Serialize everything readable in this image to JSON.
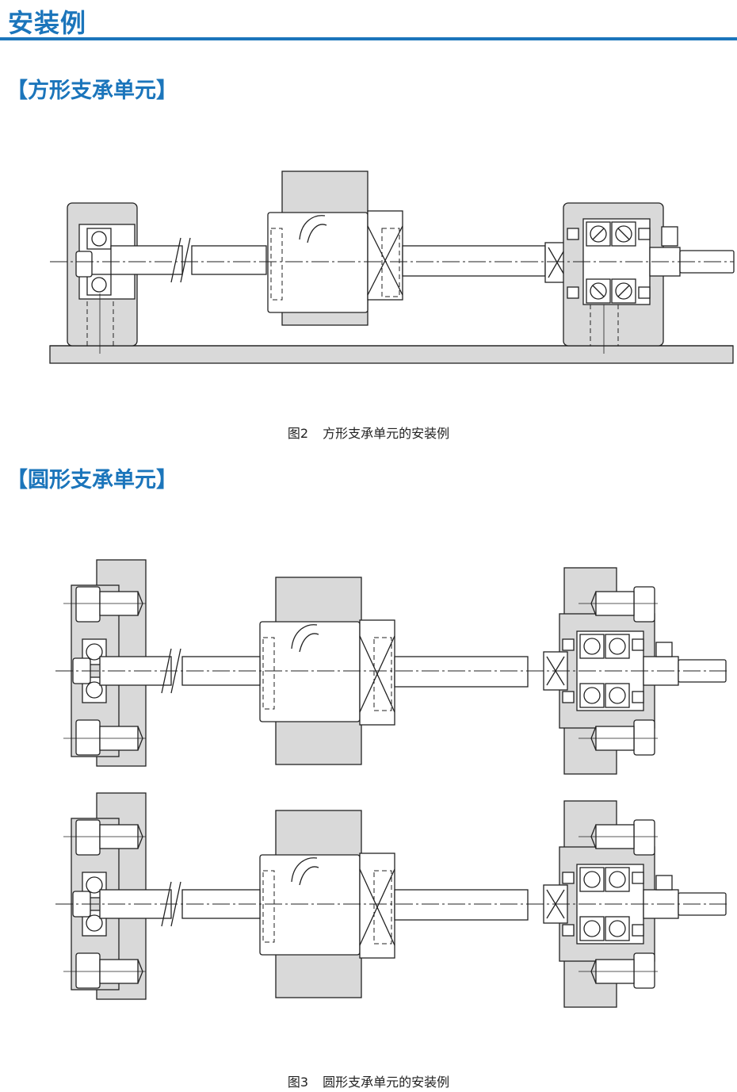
{
  "header": {
    "title": "安装例"
  },
  "section_square": {
    "title": "【方形支承单元】"
  },
  "figure2": {
    "number": "图2",
    "label": "方形支承单元的安装例"
  },
  "section_round": {
    "title": "【圆形支承单元】"
  },
  "figure3": {
    "number": "图3",
    "label": "圆形支承单元的安装例"
  },
  "colors": {
    "accent": "#1b75bb",
    "part_fill": "#d9d9d9",
    "line": "#222222"
  }
}
